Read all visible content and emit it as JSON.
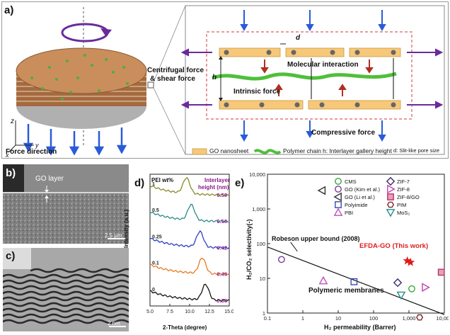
{
  "panel_a": {
    "label": "a)",
    "left_caption": "Force direction",
    "axes": {
      "z": "z",
      "x": "x",
      "y": "y"
    },
    "center_labels": {
      "centrifugal": "Centrifugal force",
      "shear": "& shear force"
    },
    "inset": {
      "d": "d",
      "h": "h",
      "molecular": "Molecular interaction",
      "intrinsic": "Intrinsic force",
      "compressive": "Compressive force"
    },
    "legend": {
      "go": "GO nanosheet",
      "polymer": "Polymer chain",
      "h_desc": "h: Interlayer gallery height",
      "d_desc": "d: Slit-like pore size"
    }
  },
  "panel_b": {
    "label": "b)",
    "go_layer": "GO layer",
    "scale": "2.5 μm"
  },
  "panel_c": {
    "label": "c)",
    "scale": "2 nm"
  },
  "panel_d": {
    "label": "d)",
    "header_left": "PEI wt%",
    "header_right_1": "Interlayer",
    "header_right_2": "height (nm)",
    "chart_data": {
      "type": "line",
      "xlabel": "2-Theta (degree)",
      "ylabel": "Intensity (a.u.)",
      "xlim": [
        5.0,
        15.0
      ],
      "xticks": [
        "5.0",
        "7.5",
        "10.0",
        "12.5",
        "15.0"
      ],
      "series": [
        {
          "name": "1",
          "height": "0.59",
          "color": "#8a8a2a",
          "peak": 9.6
        },
        {
          "name": "0.5",
          "height": "0.56",
          "color": "#2e8b8b",
          "peak": 10.2
        },
        {
          "name": "0.25",
          "height": "0.42",
          "color": "#2b3fbf",
          "peak": 11.3
        },
        {
          "name": "0.1",
          "height": "0.40",
          "color": "#e87a1e",
          "peak": 11.6
        },
        {
          "name": "0",
          "height": "0.38",
          "color": "#111111",
          "peak": 12.0
        }
      ]
    }
  },
  "panel_e": {
    "label": "e)",
    "upper_bound": "Robeson upper bound (2008)",
    "polymeric": "Polymeric membranes",
    "this_work": "EFDA-GO (This work)",
    "chart_data": {
      "type": "scatter",
      "xlabel": "H₂ permeability (Barrer)",
      "ylabel": "H₂/CO₂ selectivity(-)",
      "xscale": "log",
      "yscale": "log",
      "xlim": [
        0.1,
        10000
      ],
      "ylim": [
        1,
        10000
      ],
      "xticks": [
        "0.1",
        "1",
        "10",
        "100",
        "1,000",
        "10,000"
      ],
      "yticks": [
        "1",
        "10",
        "100",
        "1,000",
        "10,000"
      ],
      "upper_bound_line": [
        [
          0.1,
          80
        ],
        [
          10000,
          0.9
        ]
      ],
      "series": [
        {
          "name": "CMS",
          "marker": "circle",
          "color": "#3aa63a",
          "points": [
            [
              1200,
              5
            ]
          ]
        },
        {
          "name": "GO (Kim et al.)",
          "marker": "circle",
          "color": "#7a3a9a",
          "points": [
            [
              0.25,
              35
            ]
          ]
        },
        {
          "name": "GO (Li et al.)",
          "marker": "triangle-left",
          "color": "#333333",
          "points": [
            [
              3.5,
              3400
            ]
          ]
        },
        {
          "name": "Polyimide",
          "marker": "square",
          "color": "#3a4ab8",
          "points": [
            [
              28,
              8
            ]
          ]
        },
        {
          "name": "PBI",
          "marker": "triangle-up",
          "color": "#c050c0",
          "points": [
            [
              3.8,
              8.5
            ]
          ]
        },
        {
          "name": "ZIF-7",
          "marker": "diamond",
          "color": "#3a2a6a",
          "points": [
            [
              480,
              7.5
            ]
          ]
        },
        {
          "name": "ZIF-8",
          "marker": "triangle-right",
          "color": "#c040b0",
          "points": [
            [
              2900,
              5.5
            ]
          ]
        },
        {
          "name": "ZIF-8/GO",
          "marker": "square-hatched",
          "color": "#c0306a",
          "points": [
            [
              8200,
              15
            ]
          ]
        },
        {
          "name": "PIM",
          "marker": "hexagon",
          "color": "#7a2a2a",
          "points": [
            [
              2000,
              0.75
            ]
          ]
        },
        {
          "name": "MoS₂",
          "marker": "triangle-down",
          "color": "#2a8a8a",
          "points": [
            [
              600,
              3.3
            ]
          ]
        },
        {
          "name": "EFDA-GO (This work)",
          "marker": "star",
          "color": "#e01c1c",
          "points": [
            [
              900,
              32
            ],
            [
              1100,
              29
            ]
          ]
        }
      ]
    }
  }
}
